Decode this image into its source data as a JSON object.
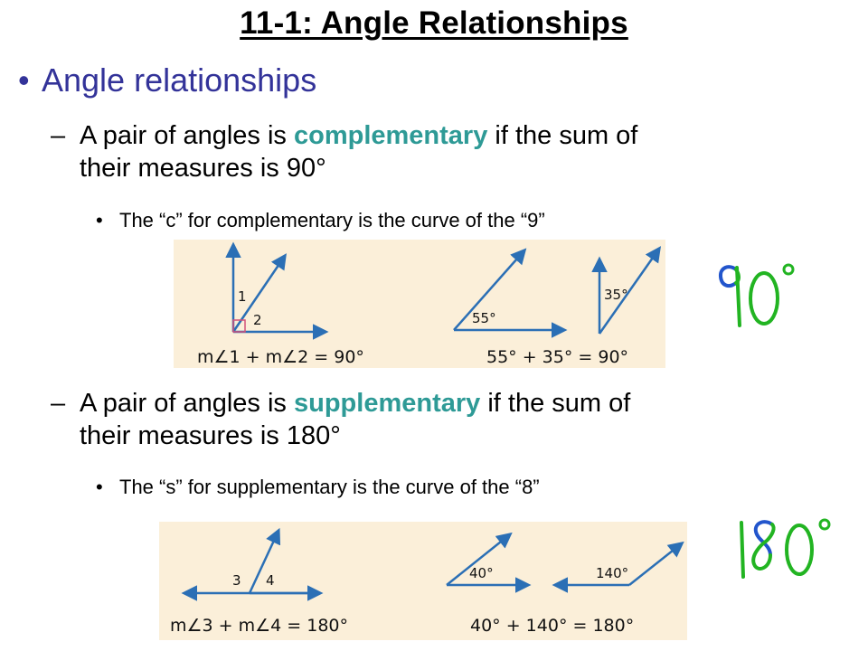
{
  "slide": {
    "title": "11-1: Angle Relationships",
    "bullet": "Angle relationships",
    "complementary": {
      "pre": "A pair of angles is ",
      "term": "complementary",
      "post_line1": " if the sum of",
      "line2": "their measures is 90°",
      "tip": "The “c” for complementary is the curve of the “9”",
      "fig_label_1": "1",
      "fig_label_2": "2",
      "fig_label_55": "55°",
      "fig_label_35": "35°",
      "eq_left": "m∠1 + m∠2 = 90°",
      "eq_right": "55° + 35° = 90°",
      "hand_letter": "c",
      "hand_number": "90°"
    },
    "supplementary": {
      "pre": "A pair of angles is ",
      "term": "supplementary",
      "post_line1": " if the sum of",
      "line2": "their measures is 180°",
      "tip": "The “s” for supplementary is the curve of the “8”",
      "fig_label_3": "3",
      "fig_label_4": "4",
      "fig_label_40": "40°",
      "fig_label_140": "140°",
      "eq_left": "m∠3 + m∠4 = 180°",
      "eq_right": "40° + 140° = 180°",
      "hand_letter": "s",
      "hand_number": "180°"
    }
  },
  "colors": {
    "bullet": "#333399",
    "highlight": "#2e9a96",
    "figure_bg": "#fbefd9",
    "ray": "#2b6fb5",
    "hand_green": "#22b422",
    "hand_blue": "#2255cc",
    "right_angle": "#d2527a"
  }
}
